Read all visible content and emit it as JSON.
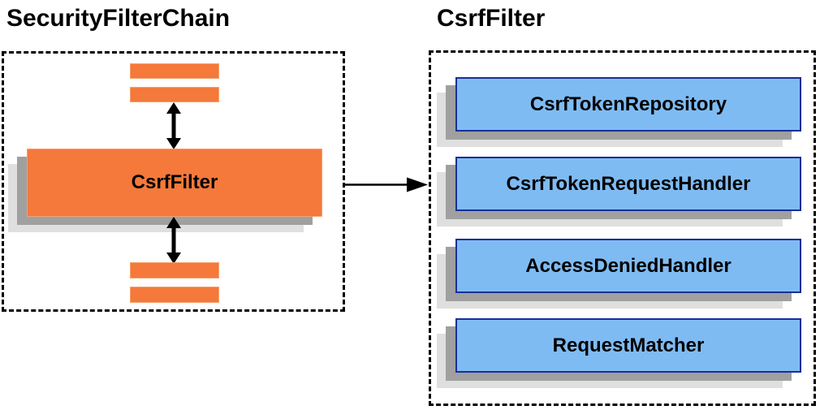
{
  "diagram": {
    "left_panel": {
      "title": "SecurityFilterChain",
      "filter_box_label": "CsrfFilter"
    },
    "right_panel": {
      "title": "CsrfFilter",
      "components": [
        {
          "label": "CsrfTokenRepository"
        },
        {
          "label": "CsrfTokenRequestHandler"
        },
        {
          "label": "AccessDeniedHandler"
        },
        {
          "label": "RequestMatcher"
        }
      ]
    },
    "colors": {
      "filter_orange": "#F4793B",
      "filter_orange_border": "#F9A06B",
      "component_blue": "#7FBBF3",
      "component_blue_border": "#1A2F97",
      "shadow_dark": "#A0A0A0",
      "shadow_light": "#DFDFDF",
      "outline_black": "#000000"
    }
  }
}
